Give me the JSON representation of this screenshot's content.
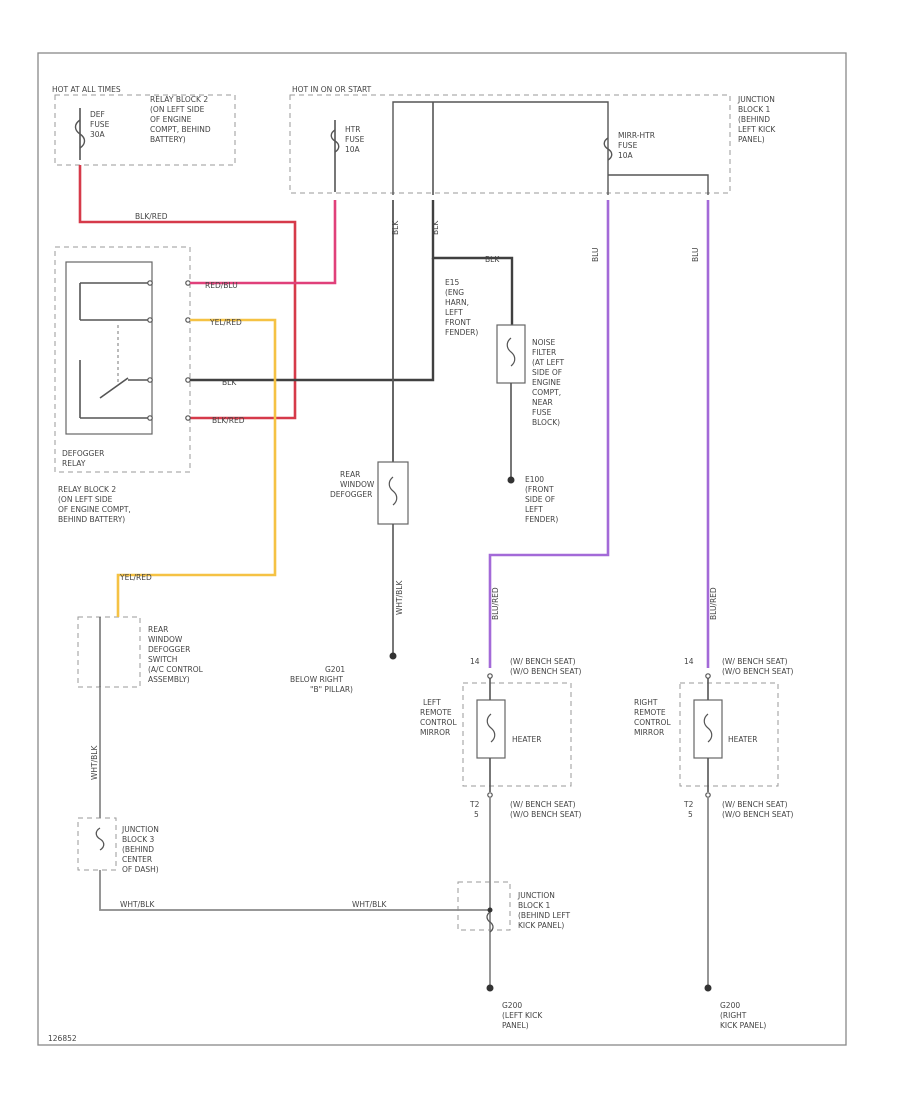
{
  "colors": {
    "wire_red": "#d63a4a",
    "wire_pink": "#e0407a",
    "wire_yellow": "#f5c244",
    "wire_violet": "#a36ad8",
    "wire_black": "#404040",
    "wire_gray": "#8a8a8a"
  },
  "labels": {
    "hot_at_all_times": "HOT AT ALL TIMES",
    "def_fuse_1": "DEF",
    "def_fuse_2": "FUSE",
    "def_fuse_3": "30A",
    "relay_block2_top_1": "RELAY BLOCK 2",
    "relay_block2_top_2": "(ON LEFT SIDE",
    "relay_block2_top_3": "OF ENGINE",
    "relay_block2_top_4": "COMPT, BEHIND",
    "relay_block2_top_5": "BATTERY)",
    "hot_run_start": "HOT IN ON OR START",
    "htr_fuse_1": "HTR",
    "htr_fuse_2": "FUSE",
    "htr_fuse_3": "10A",
    "mirror_fuse_1": "MIRR-HTR",
    "mirror_fuse_2": "FUSE",
    "mirror_fuse_3": "10A",
    "jb1_top_1": "JUNCTION",
    "jb1_top_2": "BLOCK 1",
    "jb1_top_3": "(BEHIND",
    "jb1_top_4": "LEFT KICK",
    "jb1_top_5": "PANEL)",
    "wire_blk_red": "BLK/RED",
    "wire_red_blu_1": "RED/BLU",
    "wire_yel_red_1": "YEL/RED",
    "wire_blk": "BLK",
    "wire_blk_red_2": "BLK/RED",
    "wire_wht_blk_1": "WHT/BLK",
    "wire_wht_blk_2": "WHT/BLK",
    "wire_wht_blk_3": "WHT/BLK",
    "wire_wht_blk_4": "WHT/BLK",
    "wire_blu_red_1": "BLU/RED",
    "wire_blu_red_2": "BLU/RED",
    "wire_yel_red_2": "YEL/RED",
    "wire_blk_2": "BLK",
    "wire_blk_3": "BLK",
    "wire_blk_4": "BLK",
    "wire_blu_1": "BLU",
    "wire_blu_2": "BLU",
    "e15_1": "E15",
    "e15_2": "(ENG",
    "e15_3": "HARN,",
    "e15_4": "LEFT",
    "e15_5": "FRONT",
    "e15_6": "FENDER)",
    "noise_1": "NOISE",
    "noise_2": "FILTER",
    "noise_3": "(AT LEFT",
    "noise_4": "SIDE OF",
    "noise_5": "ENGINE",
    "noise_6": "COMPT,",
    "noise_7": "NEAR",
    "noise_8": "FUSE",
    "noise_9": "BLOCK)",
    "e100_1": "E100",
    "e100_2": "(FRONT",
    "e100_3": "SIDE OF",
    "e100_4": "LEFT",
    "e100_5": "FENDER)",
    "defogger_relay_1": "DEFOGGER",
    "defogger_relay_2": "RELAY",
    "relay_block2_bot_1": "RELAY BLOCK 2",
    "relay_block2_bot_2": "(ON LEFT SIDE",
    "relay_block2_bot_3": "OF ENGINE COMPT,",
    "relay_block2_bot_4": "BEHIND BATTERY)",
    "rear_def_1": "REAR",
    "rear_def_2": "WINDOW",
    "rear_def_3": "DEFOGGER",
    "switch_1": "REAR",
    "switch_2": "WINDOW",
    "switch_3": "DEFOGGER",
    "switch_4": "SWITCH",
    "switch_5": "(A/C CONTROL",
    "switch_6": "ASSEMBLY)",
    "g201_1": "G201",
    "g201_2": "BELOW RIGHT",
    "g201_3": "\"B\" PILLAR)",
    "lmirror_1": "LEFT",
    "lmirror_2": "REMOTE",
    "lmirror_3": "CONTROL",
    "lmirror_4": "MIRROR",
    "heater_l": "HEATER",
    "rmirror_1": "RIGHT",
    "rmirror_2": "REMOTE",
    "rmirror_3": "CONTROL",
    "rmirror_4": "MIRROR",
    "heater_r": "HEATER",
    "seat_l_top_1": "(W/ BENCH SEAT)",
    "seat_l_top_2": "(W/O BENCH SEAT)",
    "seat_r_top_1": "(W/ BENCH SEAT)",
    "seat_r_top_2": "(W/O BENCH SEAT)",
    "seat_l_bot_1": "(W/ BENCH SEAT)",
    "seat_l_bot_2": "(W/O BENCH SEAT)",
    "seat_r_bot_1": "(W/ BENCH SEAT)",
    "seat_r_bot_2": "(W/O BENCH SEAT)",
    "jb3_1": "JUNCTION",
    "jb3_2": "BLOCK 3",
    "jb3_3": "(BEHIND",
    "jb3_4": "CENTER",
    "jb3_5": "OF DASH)",
    "jb1_bot_1": "JUNCTION",
    "jb1_bot_2": "BLOCK 1",
    "jb1_bot_3": "(BEHIND LEFT",
    "jb1_bot_4": "KICK PANEL)",
    "g200_l_1": "G200",
    "g200_l_2": "(LEFT KICK",
    "g200_l_3": "PANEL)",
    "g200_r_1": "G200",
    "g200_r_2": "(RIGHT",
    "g200_r_3": "KICK PANEL)",
    "pin_14_l": "14",
    "pin_14_r": "14",
    "pin_t2_l": "T2",
    "pin_t2_r": "T2",
    "pin_5_l": "5",
    "pin_5_r": "5",
    "code": "126852"
  }
}
